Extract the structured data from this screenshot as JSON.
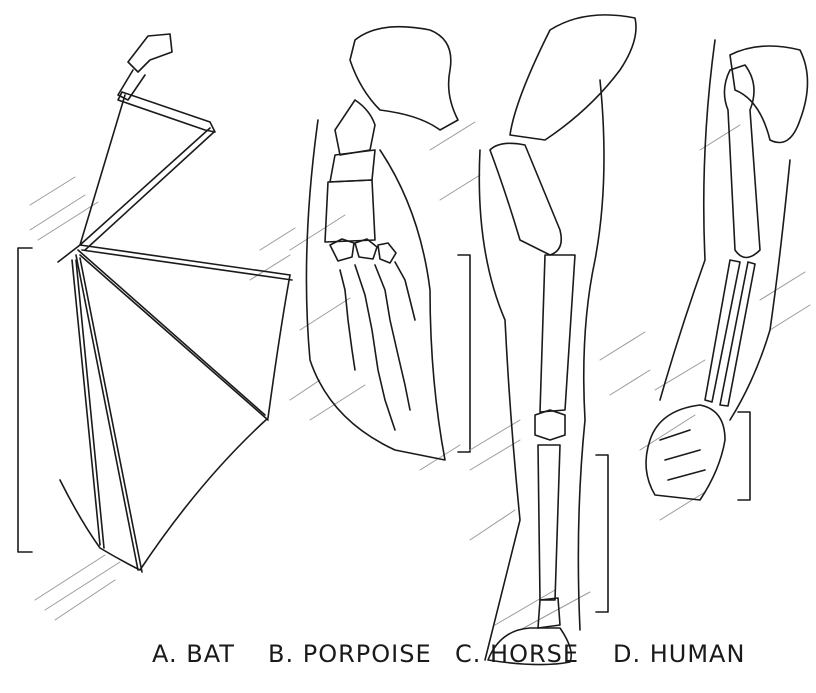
{
  "labels": {
    "bat": "A. BAT",
    "porpoise": "B. PORPOISE",
    "horse": "C. HORSE",
    "human": "D. HUMAN"
  },
  "colors": {
    "ink": "#1a1a1a",
    "shading": "#9a9a9a",
    "background": "#ffffff"
  }
}
